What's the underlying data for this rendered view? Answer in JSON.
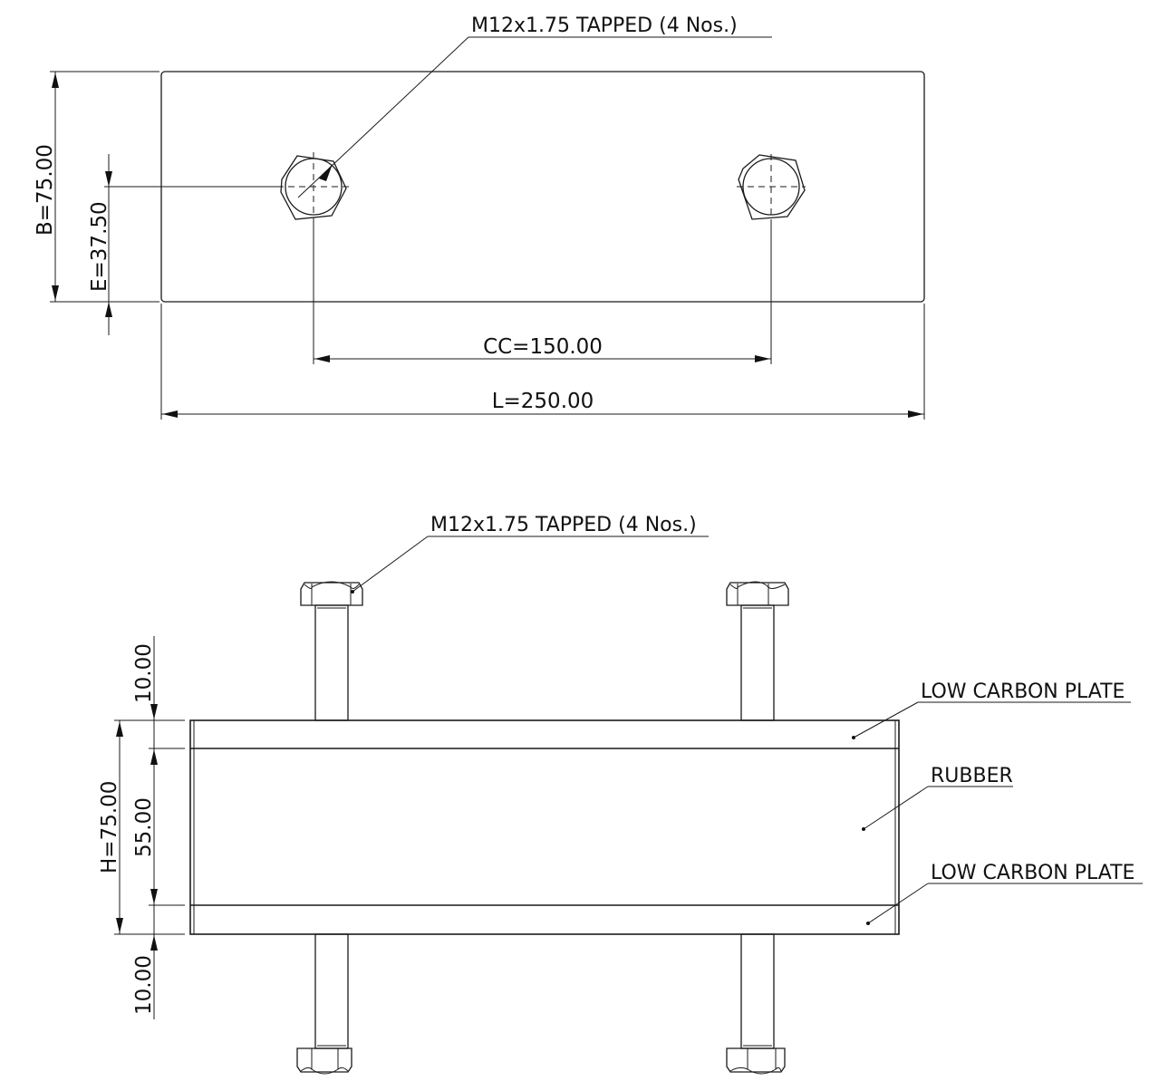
{
  "top_view": {
    "callout": "M12x1.75 TAPPED (4 Nos.)",
    "dim_B": "B=75.00",
    "dim_E": "E=37.50",
    "dim_CC": "CC=150.00",
    "dim_L": "L=250.00"
  },
  "side_view": {
    "callout": "M12x1.75 TAPPED (4 Nos.)",
    "dim_top_10": "10.00",
    "dim_H": "H=75.00",
    "dim_55": "55.00",
    "dim_bottom_10": "10.00",
    "label_top_plate": "LOW CARBON PLATE",
    "label_rubber": "RUBBER",
    "label_bottom_plate": "LOW CARBON PLATE"
  },
  "colors": {
    "line": "#1a1a1a",
    "background": "#ffffff"
  }
}
